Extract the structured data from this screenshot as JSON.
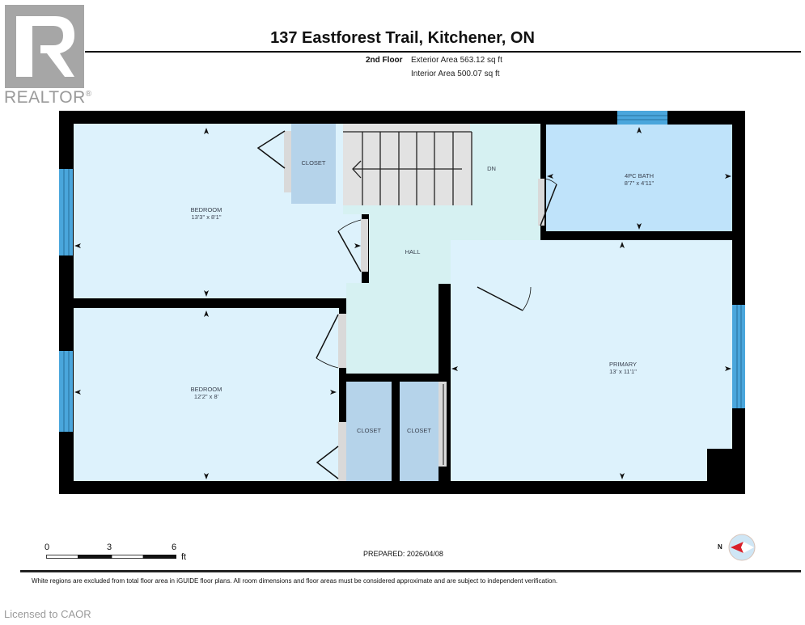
{
  "logo": {
    "text": "REALTOR",
    "mark": "®",
    "icon": "realtor-r-logo-icon"
  },
  "header": {
    "title": "137 Eastforest Trail, Kitchener, ON",
    "floor": "2nd Floor",
    "exterior_area": "Exterior Area 563.12 sq ft",
    "interior_area": "Interior Area 500.07 sq ft"
  },
  "rooms": {
    "bedroom1": {
      "name": "BEDROOM",
      "dims": "13'3\" x 8'1\""
    },
    "bedroom2": {
      "name": "BEDROOM",
      "dims": "12'2\" x 8'"
    },
    "closet1": {
      "name": "CLOSET"
    },
    "closet2": {
      "name": "CLOSET"
    },
    "closet3": {
      "name": "CLOSET"
    },
    "hall": {
      "name": "HALL"
    },
    "stairs": {
      "name": "DN"
    },
    "bath": {
      "name": "4PC BATH",
      "dims": "8'7\" x 4'11\""
    },
    "primary": {
      "name": "PRIMARY",
      "dims": "13' x 11'1\""
    }
  },
  "colors": {
    "wall": "#000000",
    "room": "#ddf2fc",
    "hall": "#d6f1f2",
    "closet": "#b5d3ea",
    "bath": "#bfe3fa",
    "window": "#4aa6dc",
    "door_gap": "#d9d9d9"
  },
  "scale_bar": {
    "ticks": [
      "0",
      "3",
      "6"
    ],
    "unit": "ft"
  },
  "prepared": "PREPARED: 2026/04/08",
  "compass": {
    "label": "N",
    "icon": "compass-icon"
  },
  "disclaimer": "White regions are excluded from total floor area in iGUIDE floor plans. All room dimensions and floor areas must be considered approximate and are subject to independent verification.",
  "watermark": "Licensed to CAOR"
}
